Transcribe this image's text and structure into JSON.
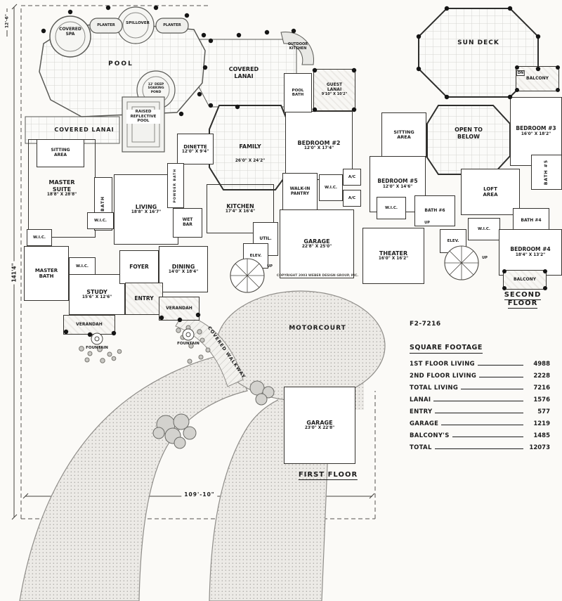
{
  "meta": {
    "plan_number": "F2-7216",
    "copyright": "COPYRIGHT 2003 WEBER DESIGN GROUP, INC."
  },
  "titles": {
    "first_floor": "FIRST FLOOR",
    "second_floor": "SECOND FLOOR"
  },
  "dims": {
    "overall_width": "109'-10\"",
    "overall_height": "141'4\"",
    "top_left": "12'-6\""
  },
  "ff": {
    "covered_spa": "COVERED SPA",
    "planter1": "PLANTER",
    "spillover": "SPILLOVER",
    "planter2": "PLANTER",
    "pool": "POOL",
    "soaking_pond": "12' DEEP SOAKING POND",
    "reflective_pool": "RAISED REFLECTIVE POOL",
    "covered_lanai_left": "COVERED LANAI",
    "covered_lanai_top": "COVERED LANAI",
    "outdoor_kitchen": "OUTDOOR KITCHEN",
    "sitting_area": "SITTING AREA",
    "master_suite": {
      "name": "MASTER SUITE",
      "dims": "18'8\" X 28'8\""
    },
    "bath": "BATH",
    "living": {
      "name": "LIVING",
      "dims": "18'8\" X 16'7\""
    },
    "dinette": {
      "name": "DINETTE",
      "dims": "12'0\" X 9'4\""
    },
    "powder_bath": "POWDER BATH",
    "family": {
      "name": "FAMILY",
      "dims": "26'0\" X 24'2\""
    },
    "kitchen": {
      "name": "KITCHEN",
      "dims": "17'4\" X 16'4\""
    },
    "wet_bar": "WET BAR",
    "bedroom2": {
      "name": "BEDROOM #2",
      "dims": "12'0\" X 17'4\""
    },
    "guest_lanai": {
      "name": "GUEST LANAI",
      "dims": "9'10\" X 10'2\""
    },
    "pool_bath": "POOL BATH",
    "walkin_pantry": "WALK-IN PANTRY",
    "wic1": "W.I.C.",
    "wic2": "W.I.C.",
    "wic3": "W.I.C.",
    "wic4": "W.I.C.",
    "ac1": "A/C",
    "ac2": "A/C",
    "util": "UTIL.",
    "elev": "ELEV.",
    "up": "UP",
    "garage1": {
      "name": "GARAGE",
      "dims": "22'8\" X 25'0\""
    },
    "master_bath": "MASTER BATH",
    "foyer": "FOYER",
    "dining": {
      "name": "DINING",
      "dims": "14'0\" X 18'4\""
    },
    "study": {
      "name": "STUDY",
      "dims": "15'6\" X 12'6\""
    },
    "entry": "ENTRY",
    "verandah1": "VERANDAH",
    "verandah2": "VERANDAH",
    "fountain1": "FOUNTAIN",
    "fountain2": "FOUNTAIN",
    "motorcourt": "MOTORCOURT",
    "covered_walkway": "COVERED WALKWAY",
    "garage2": {
      "name": "GARAGE",
      "dims": "23'0\" X 22'8\""
    }
  },
  "sf": {
    "sun_deck": "SUN DECK",
    "balcony_top": "BALCONY",
    "dn": "DN",
    "sitting_area": "SITTING AREA",
    "open_to_below": "OPEN TO BELOW",
    "bedroom3": {
      "name": "BEDROOM #3",
      "dims": "16'0\" X 18'2\""
    },
    "bedroom5": {
      "name": "BEDROOM #5",
      "dims": "12'0\" X 14'6\""
    },
    "bath5": "BATH #5",
    "loft_area": "LOFT AREA",
    "bath6": "BATH #6",
    "wic1": "W.I.C.",
    "wic2": "W.I.C.",
    "bath4": "BATH #4",
    "bedroom4": {
      "name": "BEDROOM #4",
      "dims": "18'4\" X 13'2\""
    },
    "theater": {
      "name": "THEATER",
      "dims": "16'0\" X 16'2\""
    },
    "elev": "ELEV.",
    "up1": "UP",
    "up2": "UP",
    "balcony_bottom": "BALCONY"
  },
  "square_footage": {
    "title": "SQUARE FOOTAGE",
    "rows": [
      {
        "label": "1ST FLOOR LIVING",
        "value": "4988"
      },
      {
        "label": "2ND FLOOR LIVING",
        "value": "2228"
      },
      {
        "label": "TOTAL LIVING",
        "value": "7216"
      },
      {
        "label": "LANAI",
        "value": "1576"
      },
      {
        "label": "ENTRY",
        "value": "577"
      },
      {
        "label": "GARAGE",
        "value": "1219"
      },
      {
        "label": "BALCONY'S",
        "value": "1485"
      },
      {
        "label": "TOTAL",
        "value": "12073"
      }
    ]
  }
}
